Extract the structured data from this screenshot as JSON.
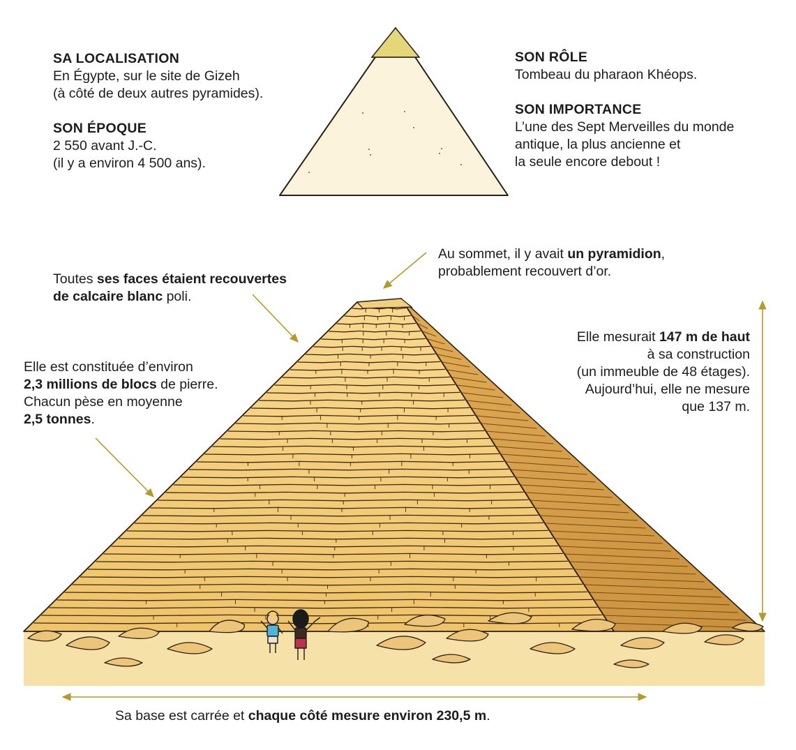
{
  "info": {
    "localisation": {
      "heading": "SA LOCALISATION",
      "line1": "En Égypte, sur le site de Gizeh",
      "line2": "(à côté de deux autres pyramides)."
    },
    "epoque": {
      "heading": "SON ÉPOQUE",
      "line1": "2 550 avant J.-C.",
      "line2": "(il y a environ 4 500 ans)."
    },
    "role": {
      "heading": "SON RÔLE",
      "line1": "Tombeau du pharaon Khéops."
    },
    "importance": {
      "heading": "SON IMPORTANCE",
      "line1": "L’une des Sept Merveilles du monde",
      "line2": "antique, la plus ancienne et",
      "line3": "la seule encore debout !"
    }
  },
  "annotations": {
    "sommet": {
      "a": "Au sommet, il y avait ",
      "b": "un pyramidion",
      "c": ",",
      "line2": "probablement recouvert d’or."
    },
    "faces": {
      "a": "Toutes ",
      "b": "ses faces étaient recouvertes",
      "c": "de calcaire blanc",
      "d": " poli."
    },
    "blocs": {
      "line1": "Elle est constituée d’environ",
      "b": "2,3 millions de blocs",
      "c": " de pierre.",
      "line3": "Chacun pèse en moyenne",
      "d": "2,5 tonnes",
      "e": "."
    },
    "hauteur": {
      "a": "Elle mesurait ",
      "b": "147 m de haut",
      "line2": "à sa construction",
      "line3": "(un immeuble de 48 étages).",
      "line4": "Aujourd’hui, elle ne mesure",
      "line5": "que 137 m."
    },
    "base": {
      "a": "Sa base est carrée et ",
      "b": "chaque côté mesure environ 230,5 m",
      "c": "."
    }
  },
  "colors": {
    "arrow": "#b39a2a",
    "pyramidion": "#e4d77a",
    "casing": "#fbf3dc",
    "stone_light": "#f6d488",
    "stone_mid": "#ecb95c",
    "stone_shadow": "#d49e48",
    "ground": "#f6e1a8",
    "outline": "#2a1f12"
  }
}
